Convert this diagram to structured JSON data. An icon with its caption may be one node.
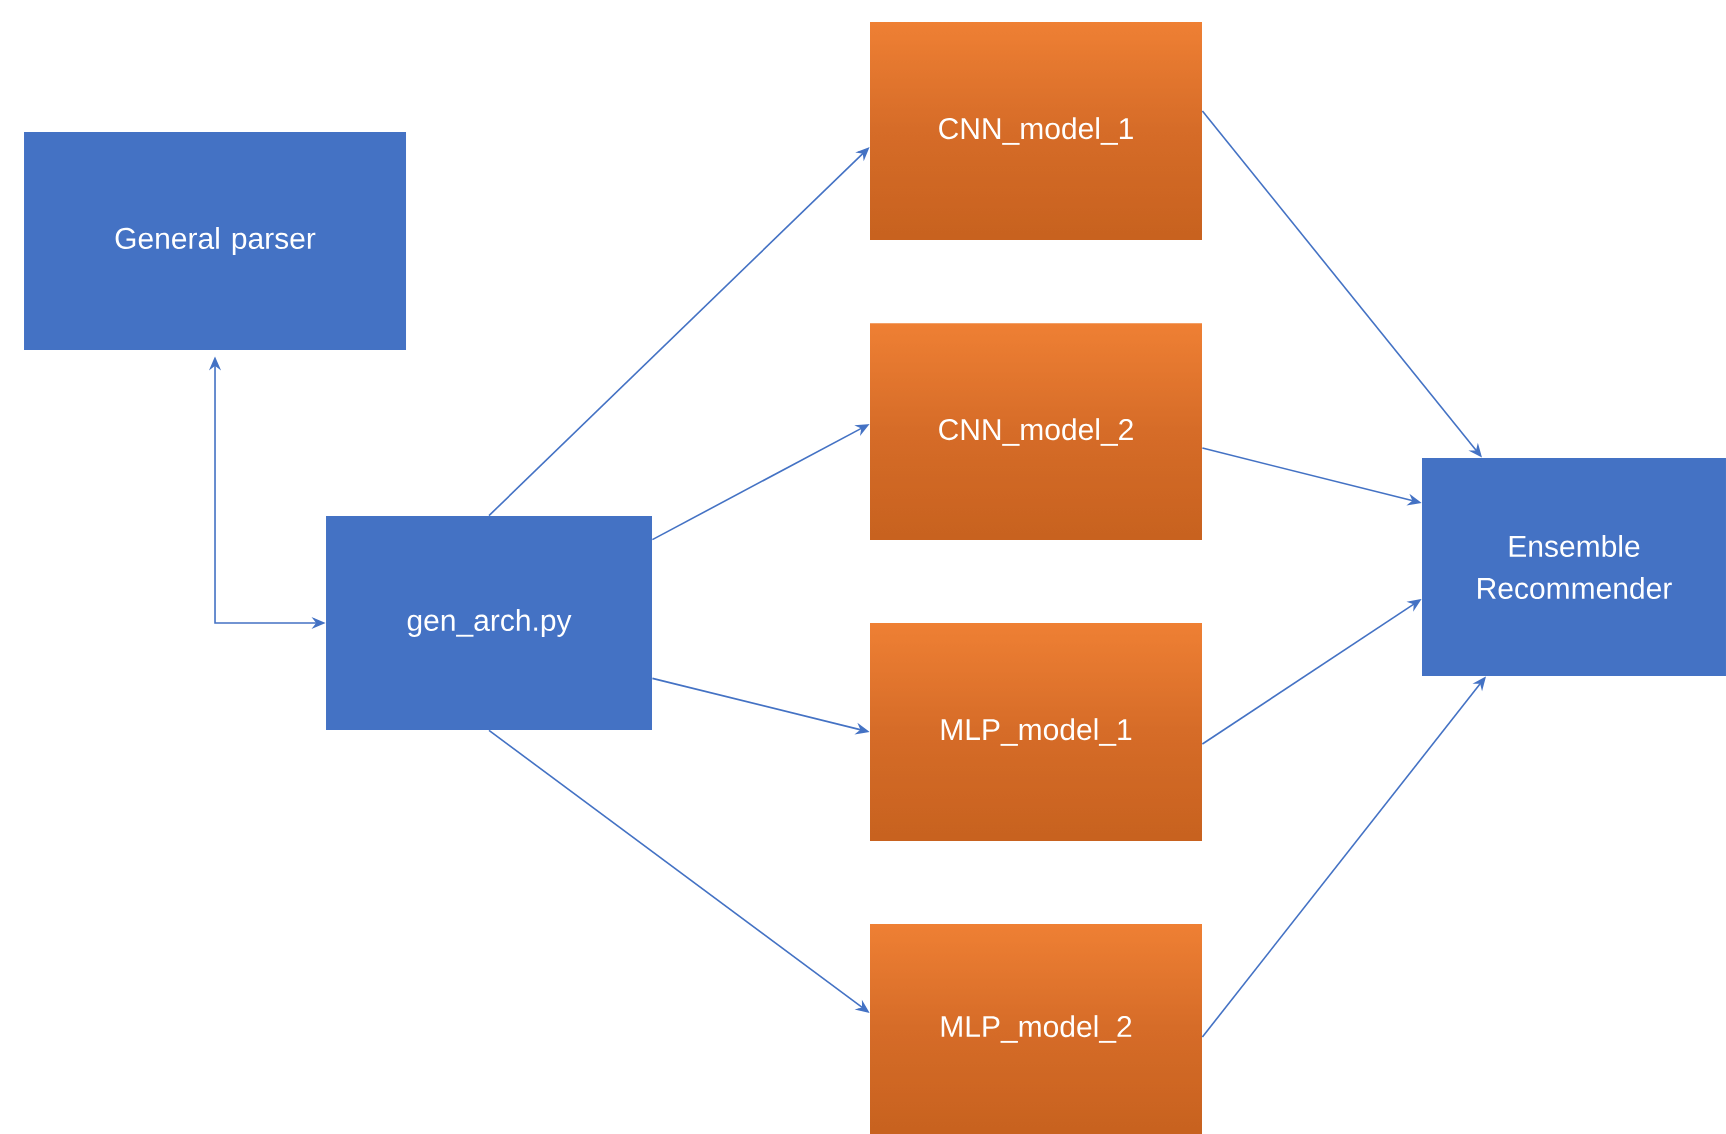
{
  "diagram": {
    "nodes": [
      {
        "text": [
          "General parser"
        ]
      },
      {
        "text": [
          "gen_arch.py"
        ]
      },
      {
        "text": [
          "CNN_model_1"
        ]
      },
      {
        "text": [
          "CNN_model_2"
        ]
      },
      {
        "text": [
          "MLP_model_1"
        ]
      },
      {
        "text": [
          "MLP_model_2"
        ]
      },
      {
        "text": [
          "Ensemble Recommender"
        ]
      }
    ],
    "edges": [
      {
        "from": 0,
        "to": 1,
        "arrow": "both"
      },
      {
        "from": 1,
        "to": 2,
        "arrow": "to"
      },
      {
        "from": 1,
        "to": 3,
        "arrow": "to"
      },
      {
        "from": 1,
        "to": 4,
        "arrow": "to"
      },
      {
        "from": 1,
        "to": 5,
        "arrow": "to"
      },
      {
        "from": 2,
        "to": 6,
        "arrow": "to"
      },
      {
        "from": 3,
        "to": 6,
        "arrow": "to"
      },
      {
        "from": 4,
        "to": 6,
        "arrow": "to"
      },
      {
        "from": 5,
        "to": 6,
        "arrow": "to"
      }
    ]
  }
}
